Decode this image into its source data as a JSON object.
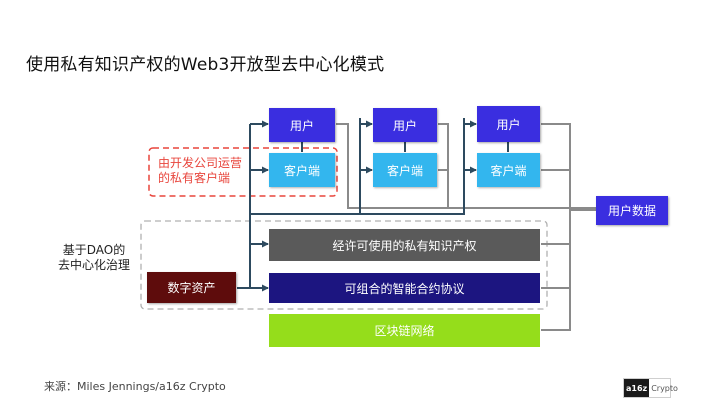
{
  "title": "使用私有知识产权的Web3开放型去中心化模式",
  "user_label": "用户",
  "client_label": "客户端",
  "user_data_label": "用户数据",
  "private_client_note": [
    "由开发公司运营",
    "的私有客户端"
  ],
  "dao_note": [
    "基于DAO的",
    "去中心化治理"
  ],
  "license_layer": "经许可使用的私有知识产权",
  "protocol_layer": "可组合的智能合约协议",
  "blockchain_layer": "区块链网络",
  "digital_asset": "数字资产",
  "source": "来源：Miles Jennings/a16z Crypto",
  "logo": {
    "mark": "a16z",
    "text": "Crypto"
  },
  "colors": {
    "user": "#3a2ee0",
    "client": "#33b6ee",
    "license": "#5a5a5a",
    "protocol": "#1c1580",
    "blockchain": "#95dd1b",
    "asset": "#5e0c0c",
    "connector_dark": "#2d4a5f",
    "connector_grey": "#8a8a8a",
    "note_red": "#e8453c"
  }
}
